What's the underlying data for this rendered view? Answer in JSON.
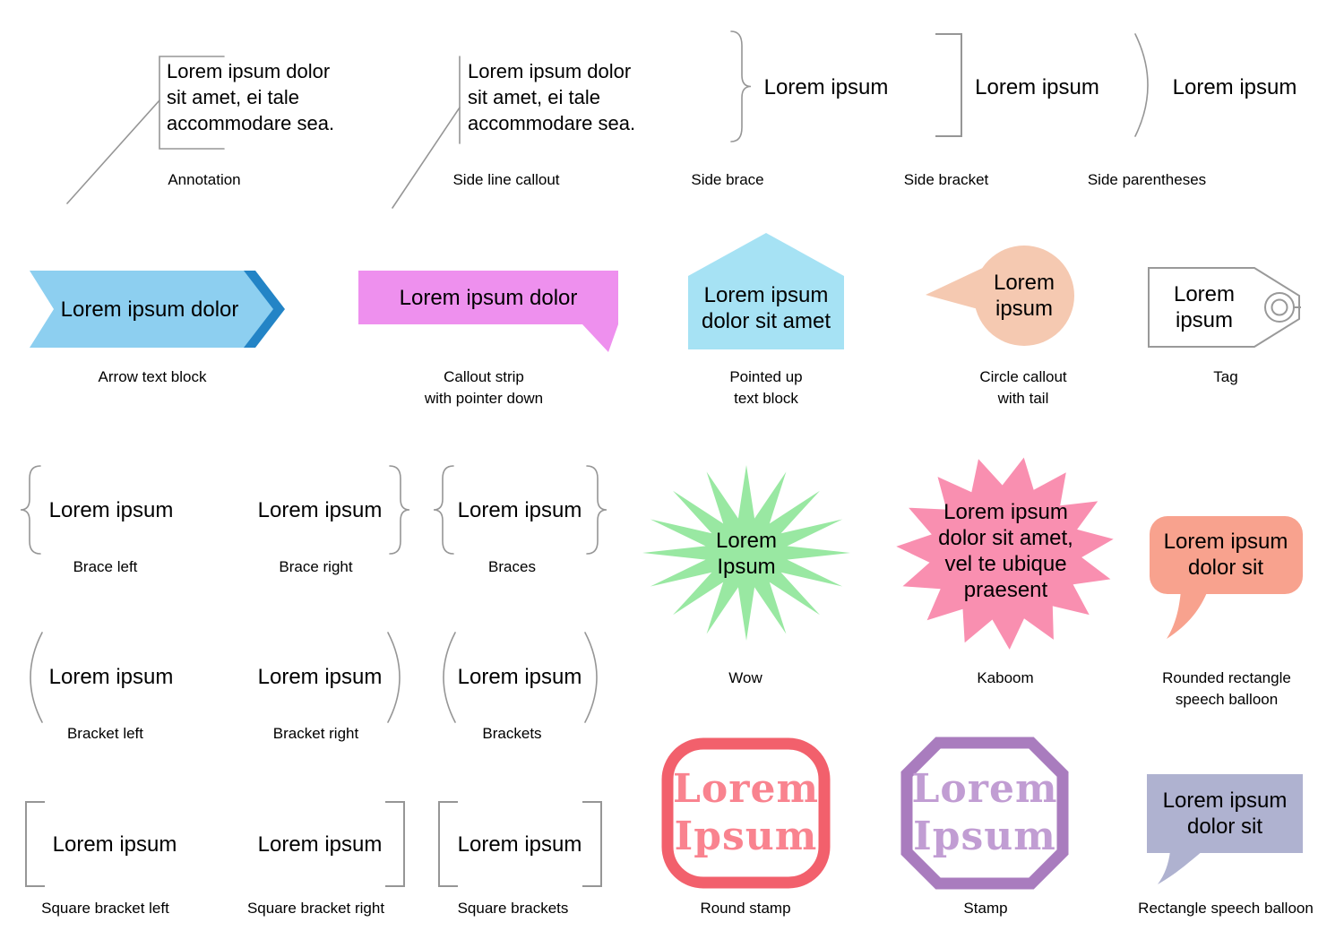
{
  "shapes": {
    "annotation": {
      "label": "Annotation",
      "text": "Lorem ipsum dolor\nsit amet, ei tale\naccommodare sea."
    },
    "side_line_callout": {
      "label": "Side line callout",
      "text": "Lorem ipsum dolor\nsit amet, ei tale\naccommodare sea."
    },
    "side_brace": {
      "label": "Side brace",
      "text": "Lorem ipsum"
    },
    "side_bracket": {
      "label": "Side bracket",
      "text": "Lorem ipsum"
    },
    "side_parentheses": {
      "label": "Side parentheses",
      "text": "Lorem ipsum"
    },
    "arrow_text_block": {
      "label": "Arrow text block",
      "text": "Lorem ipsum dolor"
    },
    "callout_strip": {
      "label": "Callout strip\nwith pointer down",
      "text": "Lorem ipsum dolor"
    },
    "pointed_up_text_block": {
      "label": "Pointed up\ntext block",
      "text": "Lorem ipsum\ndolor sit amet"
    },
    "circle_callout": {
      "label": "Circle callout\nwith tail",
      "text": "Lorem\nipsum"
    },
    "tag": {
      "label": "Tag",
      "text": "Lorem\nipsum"
    },
    "brace_left": {
      "label": "Brace left",
      "text": "Lorem ipsum"
    },
    "brace_right": {
      "label": "Brace right",
      "text": "Lorem ipsum"
    },
    "braces": {
      "label": "Braces",
      "text": "Lorem ipsum"
    },
    "wow": {
      "label": "Wow",
      "text": "Lorem\nIpsum"
    },
    "kaboom": {
      "label": "Kaboom",
      "text": "Lorem ipsum\ndolor sit amet,\nvel te ubique\npraesent"
    },
    "rounded_rectangle_speech_balloon": {
      "label": "Rounded rectangle\nspeech balloon",
      "text": "Lorem ipsum\ndolor sit"
    },
    "bracket_left": {
      "label": "Bracket left",
      "text": "Lorem ipsum"
    },
    "bracket_right": {
      "label": "Bracket right",
      "text": "Lorem ipsum"
    },
    "brackets": {
      "label": "Brackets",
      "text": "Lorem ipsum"
    },
    "square_bracket_left": {
      "label": "Square bracket left",
      "text": "Lorem ipsum"
    },
    "square_bracket_right": {
      "label": "Square bracket right",
      "text": "Lorem ipsum"
    },
    "square_brackets": {
      "label": "Square brackets",
      "text": "Lorem ipsum"
    },
    "round_stamp": {
      "label": "Round stamp",
      "text": "Lorem\nIpsum"
    },
    "stamp": {
      "label": "Stamp",
      "text": "Lorem\nIpsum"
    },
    "rectangle_speech_balloon": {
      "label": "Rectangle speech balloon",
      "text": "Lorem ipsum\ndolor sit"
    }
  },
  "colors": {
    "arrow_fill": "#8DCFF0",
    "arrow_accent": "#2384C6",
    "strip_fill": "#EE90EE",
    "pointed_fill": "#A6E2F4",
    "circle_fill": "#F5C9B1",
    "tag_border": "#999999",
    "tag_fill": "#FFFFFF",
    "wow_green": "#99E8A2",
    "kaboom_pink": "#F98FB0",
    "rounded_balloon_fill": "#F8A28E",
    "round_stamp_border": "#F2606C",
    "round_stamp_text": "#F9838F",
    "stamp_border": "#A97CBE",
    "stamp_text": "#C19DD3",
    "rect_balloon_fill": "#AFB2D0",
    "line_gray": "#969696"
  }
}
